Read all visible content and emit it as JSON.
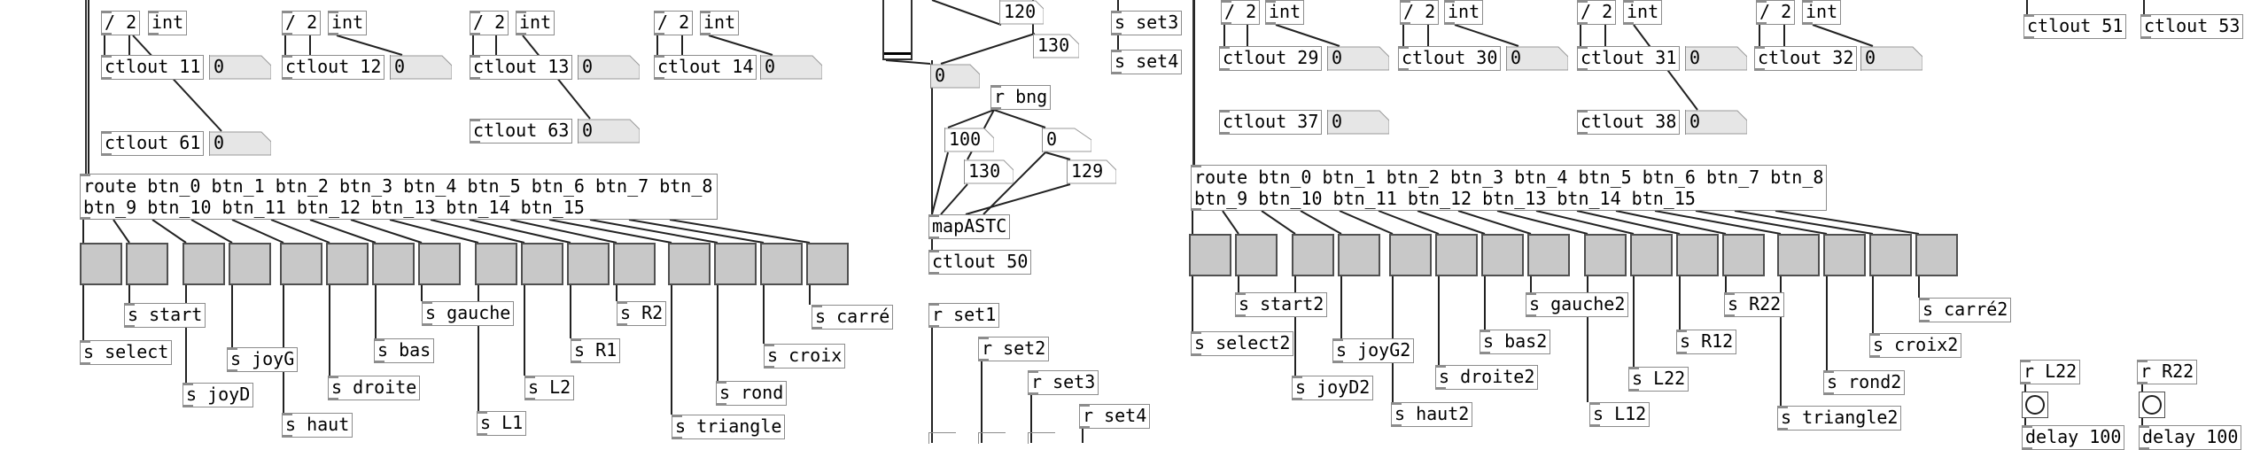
{
  "app": {
    "title": ""
  },
  "patch_left": {
    "divide_label": "/ 2",
    "int_label": "int",
    "ctlouts": [
      "ctlout 11",
      "ctlout 12",
      "ctlout 13",
      "ctlout 14",
      "ctlout 61",
      "ctlout 63"
    ],
    "route": "route btn_0 btn_1 btn_2 btn_3 btn_4 btn_5 btn_6 btn_7 btn_8\nbtn_9 btn_10 btn_11 btn_12 btn_13 btn_14 btn_15",
    "sends_top": [
      "s start",
      "s gauche",
      "s R2",
      "s carré"
    ],
    "sends": [
      "s select",
      "s joyG",
      "s bas",
      "s R1",
      "s croix",
      "s joyD",
      "s droite",
      "s L2",
      "s rond",
      "s haut",
      "s L1",
      "s triangle"
    ]
  },
  "patch_middle": {
    "numbers": [
      "120",
      "130",
      "0",
      "100",
      "0",
      "130",
      "129"
    ],
    "sends": [
      "s set3",
      "s set4"
    ],
    "receive_bng": "r bng",
    "map": "mapASTC",
    "ctlout50": "ctlout 50",
    "receives": [
      "r set1",
      "r set2",
      "r set3",
      "r set4"
    ]
  },
  "patch_right": {
    "ctlouts": [
      "ctlout 29",
      "ctlout 30",
      "ctlout 31",
      "ctlout 32",
      "ctlout 37",
      "ctlout 38"
    ],
    "route": "route btn_0 btn_1 btn_2 btn_3 btn_4 btn_5 btn_6 btn_7 btn_8\nbtn_9 btn_10 btn_11 btn_12 btn_13 btn_14 btn_15",
    "sends_top": [
      "s start2",
      "s gauche2",
      "s R22",
      "s carré2"
    ],
    "sends": [
      "s select2",
      "s joyG2",
      "s bas2",
      "s R12",
      "s croix2",
      "s joyD2",
      "s droite2",
      "s L22",
      "s rond2",
      "s haut2",
      "s L12",
      "s triangle2"
    ]
  },
  "patch_far_right": {
    "ctlouts": [
      "ctlout 51",
      "ctlout 53"
    ],
    "receives": [
      "r L22",
      "r R22"
    ],
    "delays": [
      "delay 100",
      "delay 100"
    ]
  },
  "zero": "0"
}
